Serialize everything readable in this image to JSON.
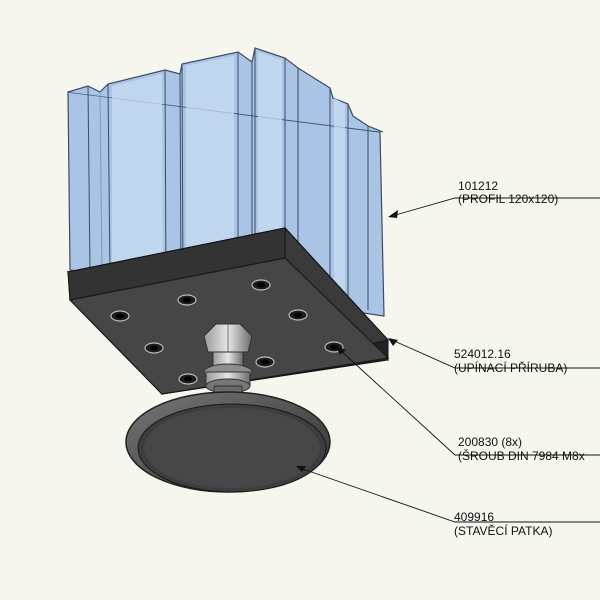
{
  "callouts": [
    {
      "part_number": "101212",
      "description": "(PROFIL 120x120)"
    },
    {
      "part_number": "524012.16",
      "description": "(UPÍNACÍ PŘÍRUBA)"
    },
    {
      "part_number": "200830 (8x)",
      "description": "(ŠROUB DIN 7984 M8x"
    },
    {
      "part_number": "409916",
      "description": "(STAVĚCÍ PATKA)"
    }
  ],
  "colors": {
    "background": "#f6f6ee",
    "profile_fill": "#a9c4e4",
    "profile_highlight": "#c8dcf2",
    "plate_top": "#454545",
    "plate_side": "#2b2b2b",
    "foot": "#4a4a4a"
  }
}
